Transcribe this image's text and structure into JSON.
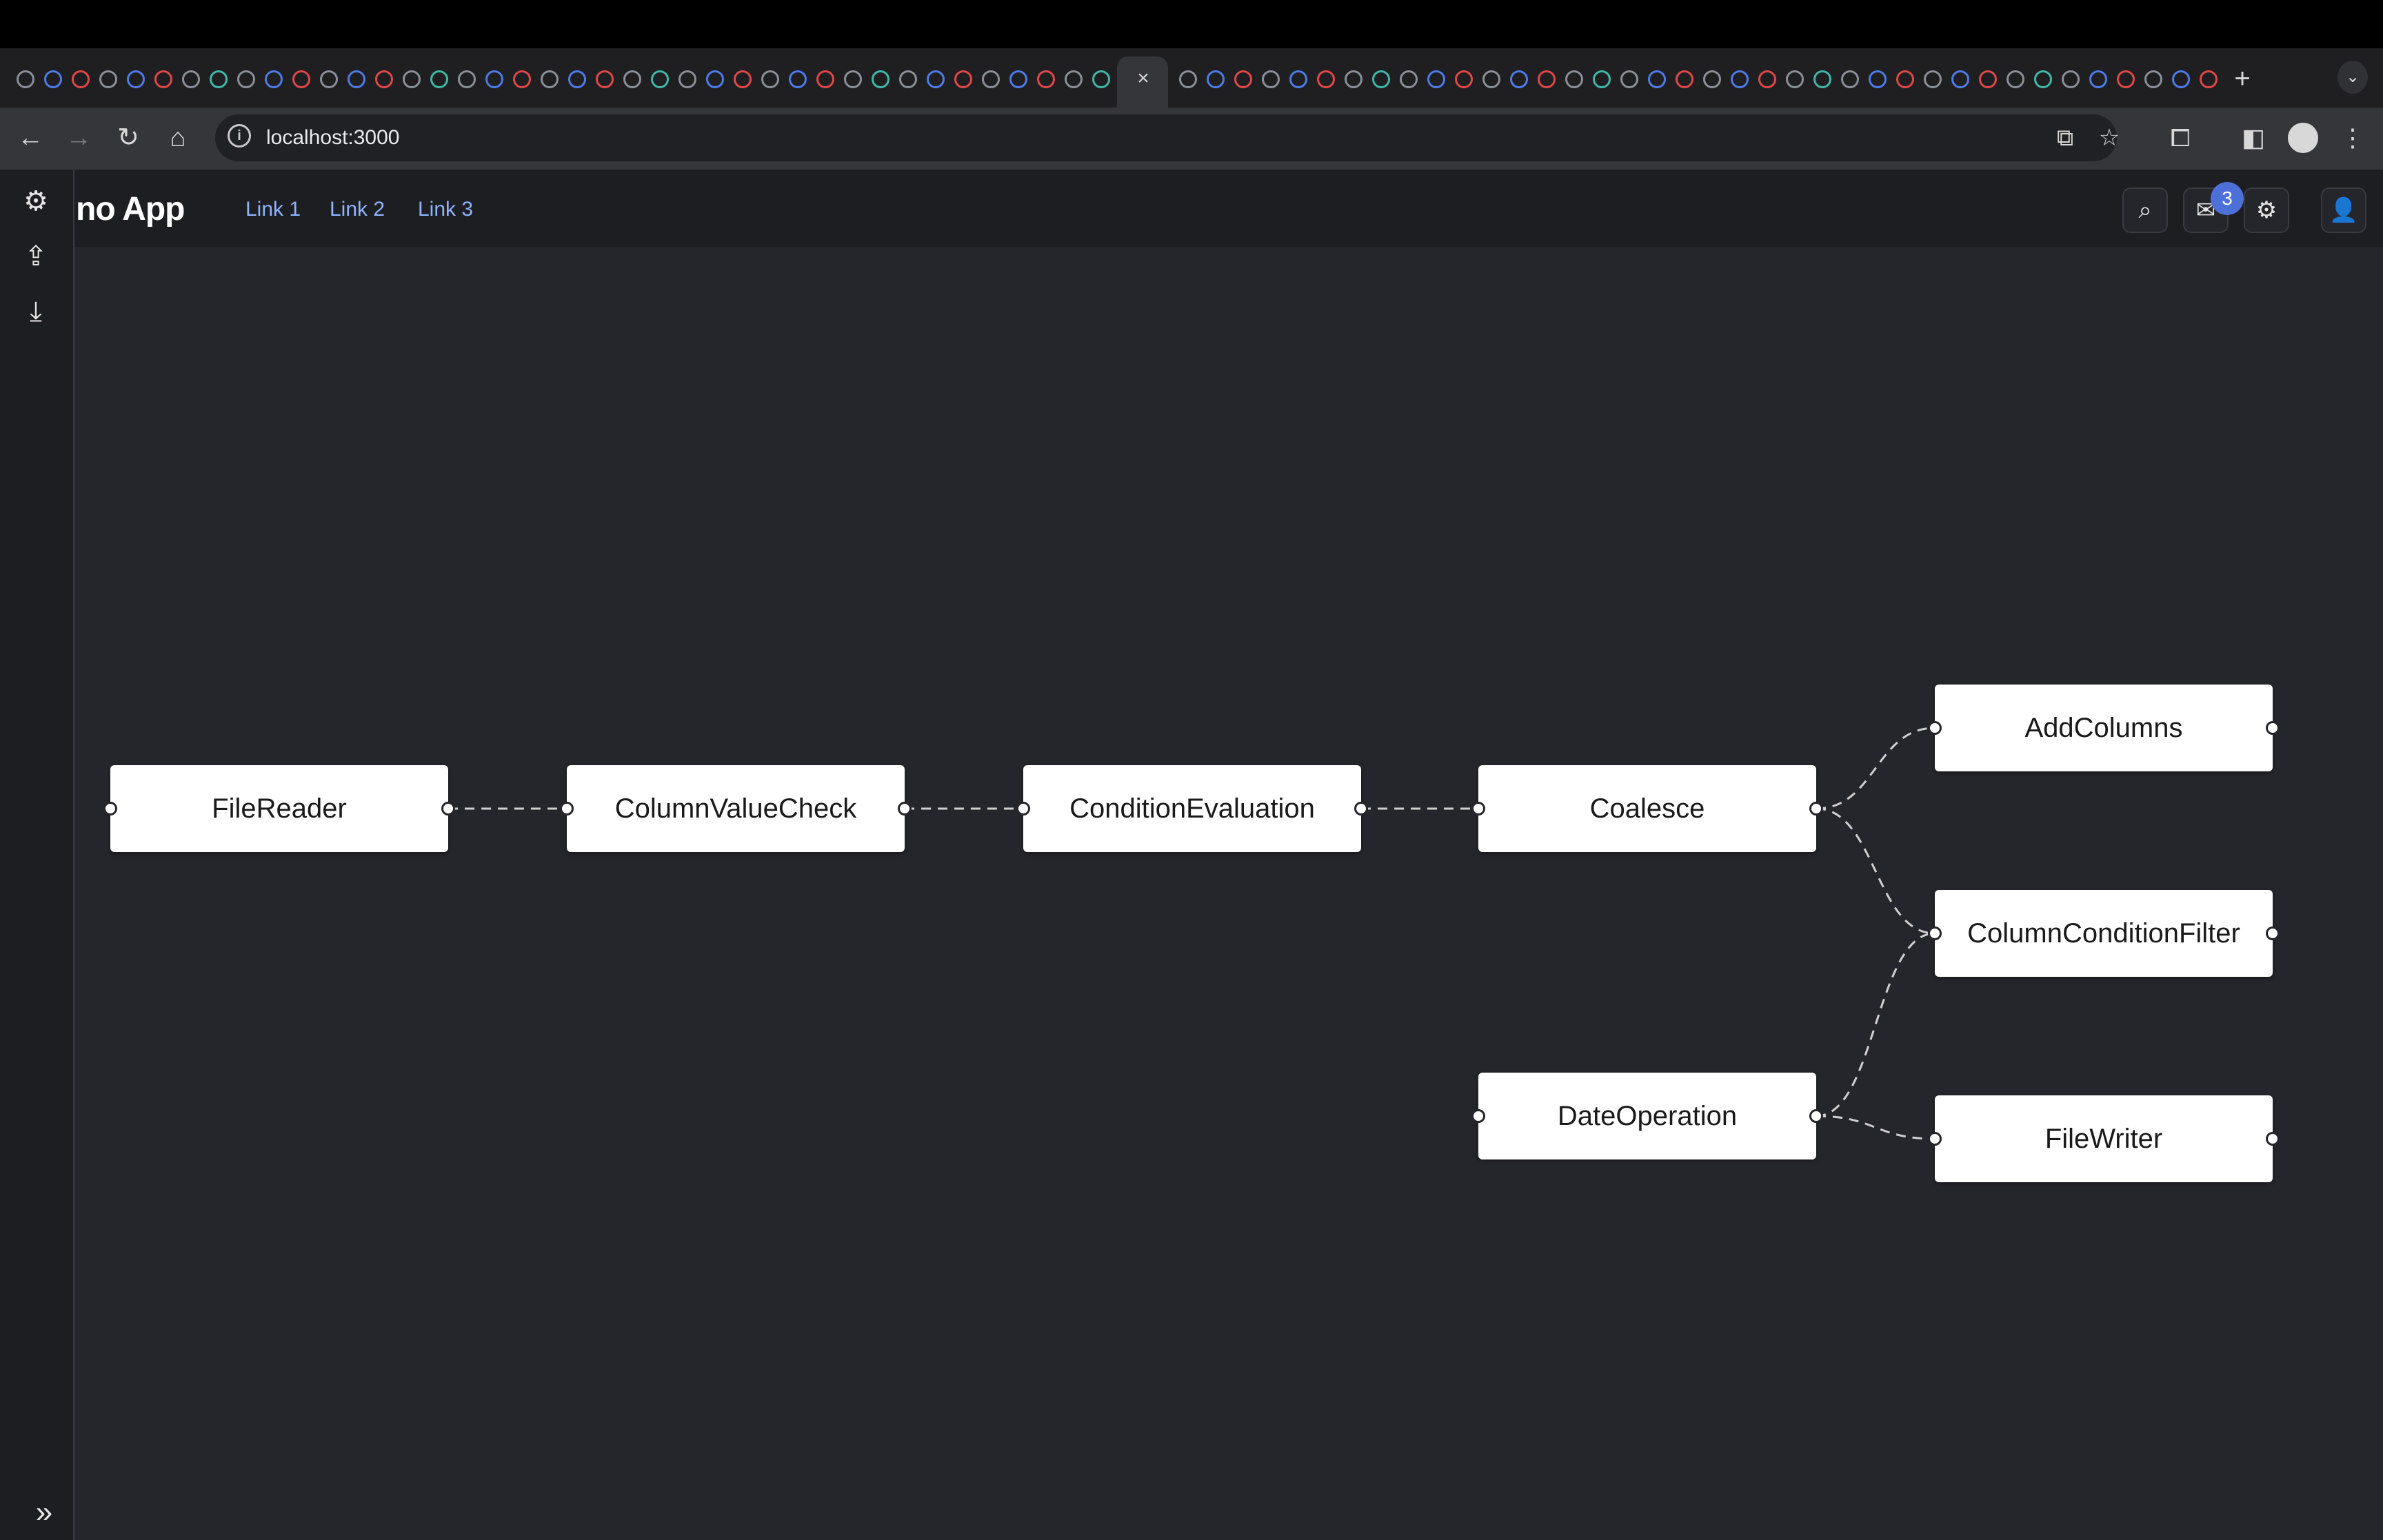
{
  "browser": {
    "url": "localhost:3000",
    "tab_close_glyph": "×",
    "new_tab_glyph": "+",
    "icons": [
      "back-icon",
      "forward-icon",
      "reload-icon",
      "home-icon",
      "info-icon",
      "install-icon",
      "star-icon",
      "extensions-icon",
      "side-panel-icon",
      "profile-icon",
      "menu-icon"
    ]
  },
  "app": {
    "title": "no App",
    "nav_links": [
      "Link 1",
      "Link 2",
      "Link 3"
    ],
    "mail_badge": "3"
  },
  "pipeline": {
    "nodes": [
      {
        "id": "filereader",
        "label": "FileReader"
      },
      {
        "id": "columnvaluecheck",
        "label": "ColumnValueCheck"
      },
      {
        "id": "conditionevaluation",
        "label": "ConditionEvaluation"
      },
      {
        "id": "coalesce",
        "label": "Coalesce"
      },
      {
        "id": "addcolumns",
        "label": "AddColumns"
      },
      {
        "id": "columnconditionfilter",
        "label": "ColumnConditionFilter"
      },
      {
        "id": "dateoperation",
        "label": "DateOperation"
      },
      {
        "id": "filewriter",
        "label": "FileWriter"
      }
    ],
    "edges": [
      [
        "filereader",
        "columnvaluecheck"
      ],
      [
        "columnvaluecheck",
        "conditionevaluation"
      ],
      [
        "conditionevaluation",
        "coalesce"
      ],
      [
        "coalesce",
        "addcolumns"
      ],
      [
        "coalesce",
        "columnconditionfilter"
      ],
      [
        "dateoperation",
        "columnconditionfilter"
      ],
      [
        "dateoperation",
        "filewriter"
      ]
    ]
  },
  "colors": {
    "background": "#25262c",
    "panel": "#1d1e22",
    "link": "#8fb4ff",
    "badge": "#4d6fd8",
    "edge": "#d0d0d0"
  }
}
